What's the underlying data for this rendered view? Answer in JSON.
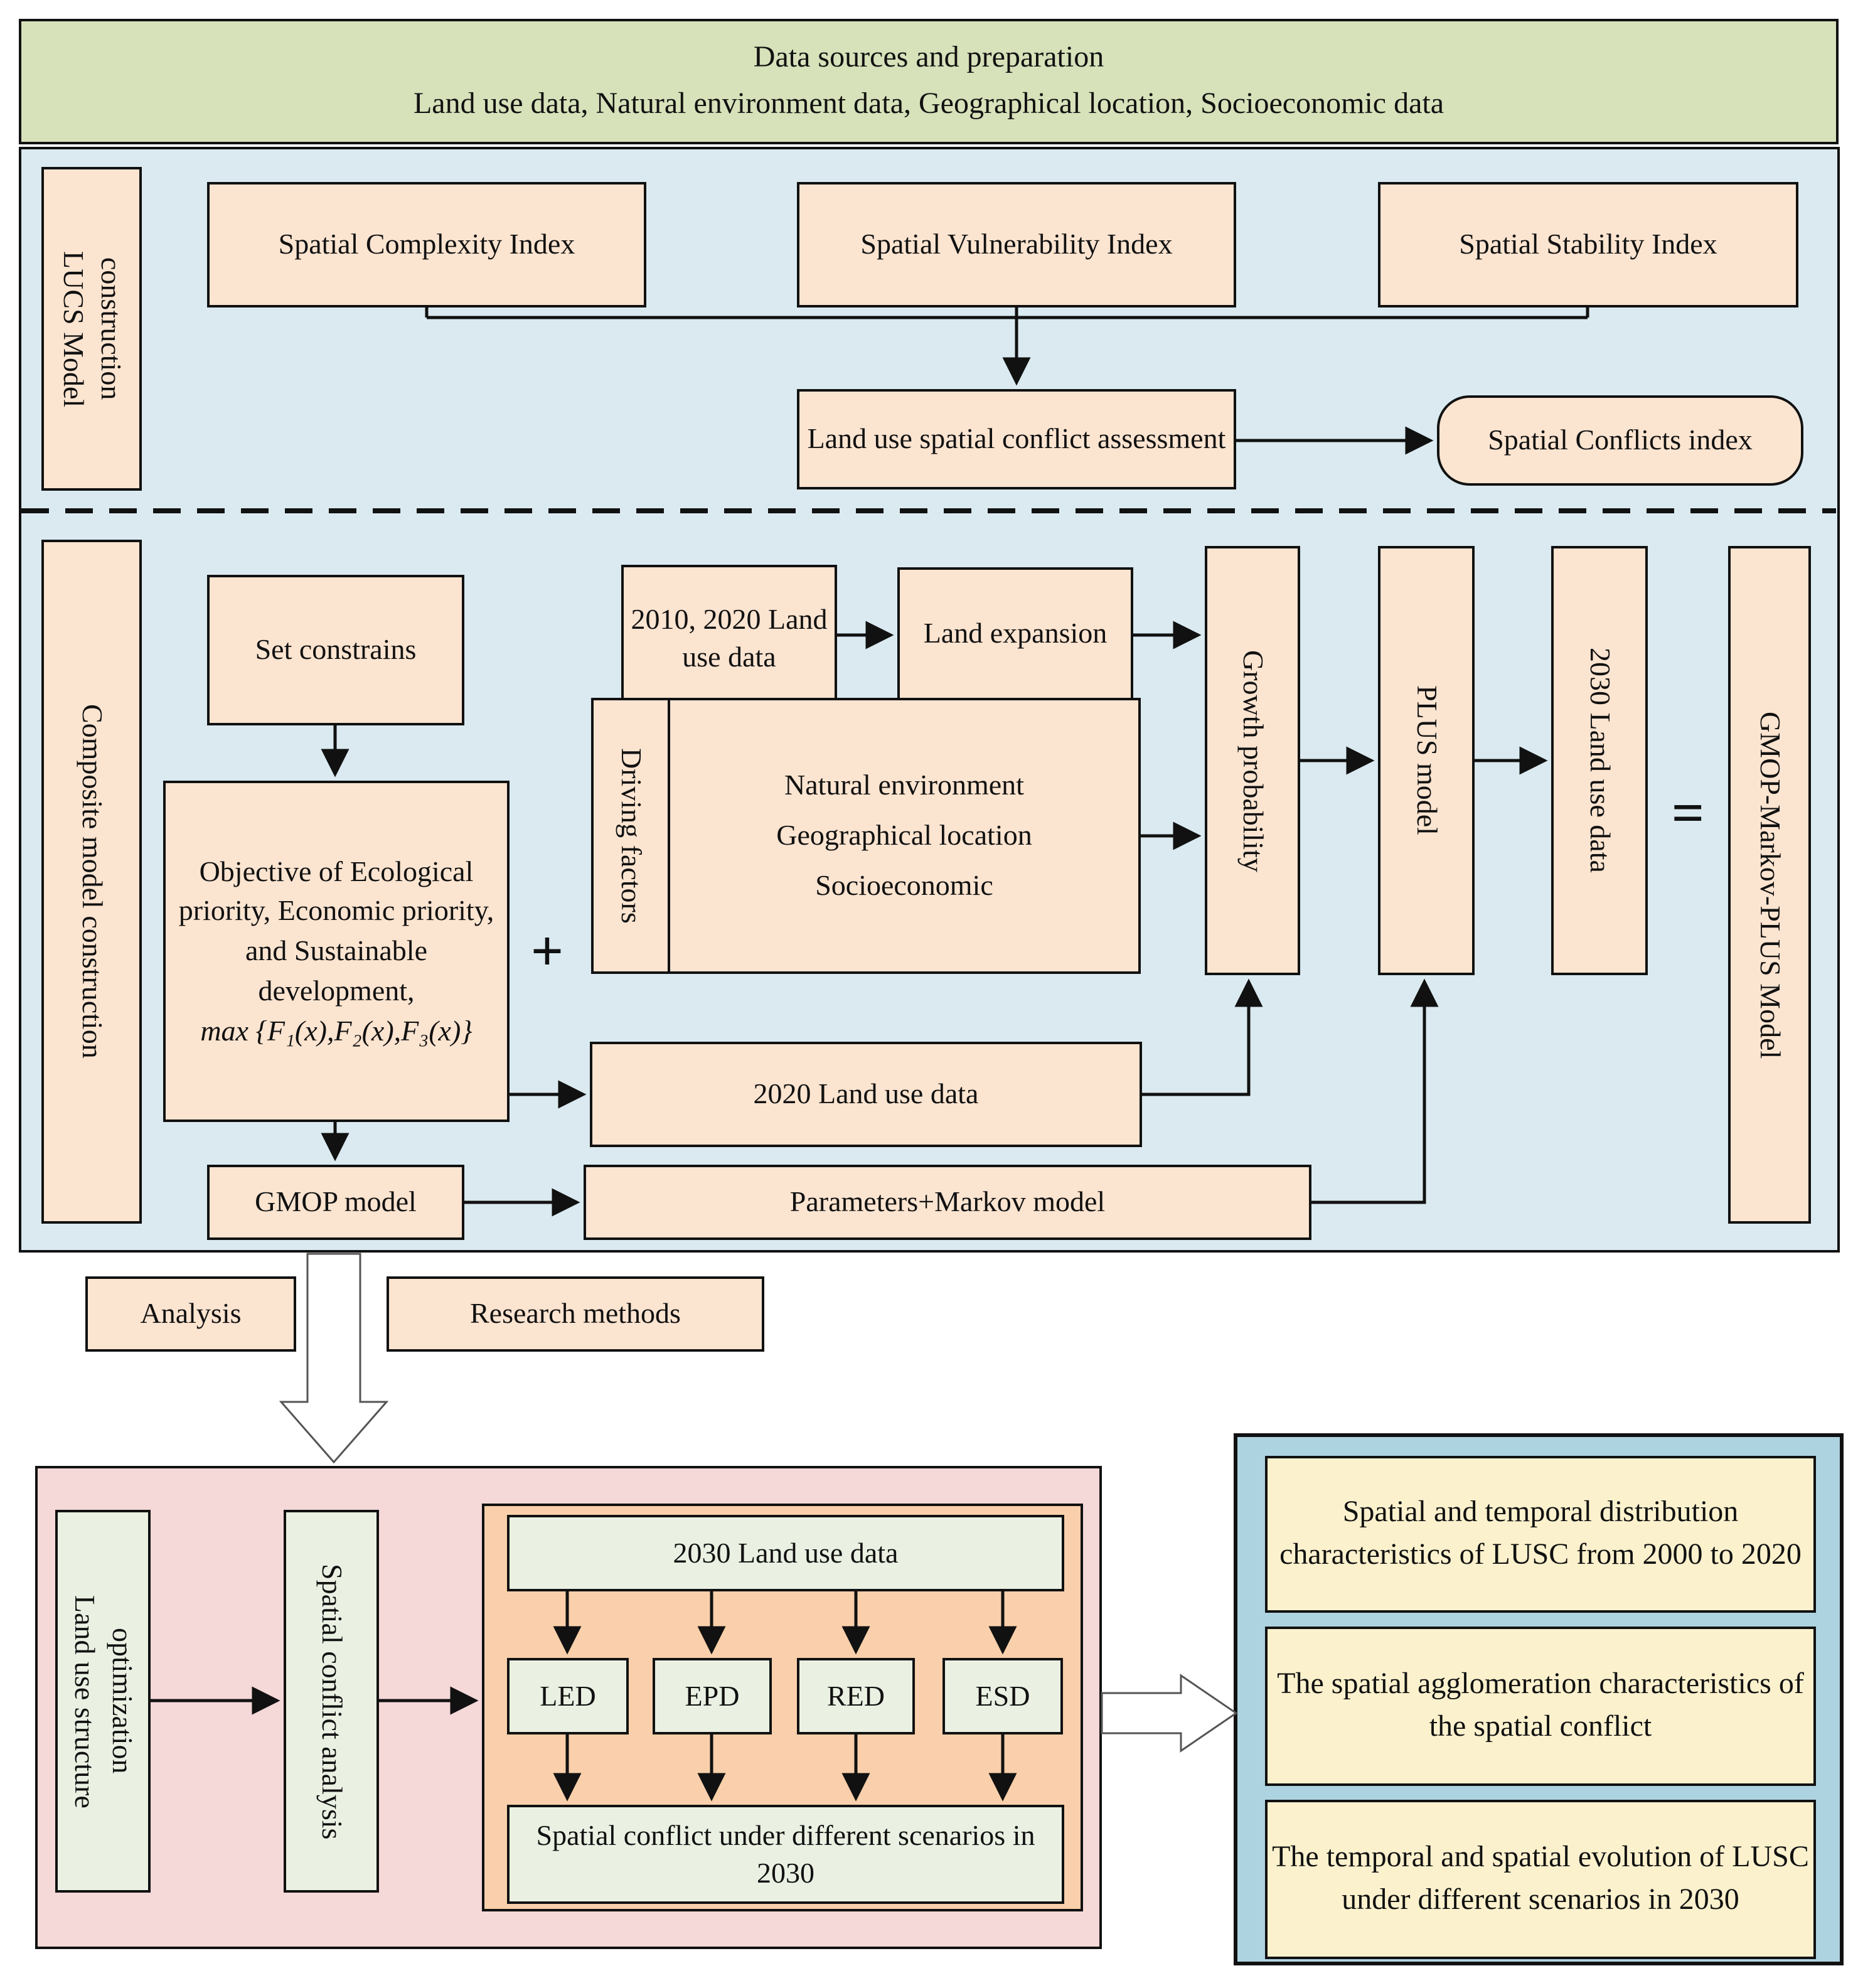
{
  "colors": {
    "green_header": "#d7e1ba",
    "blue_bg": "#daeaf0",
    "peach": "#fbe4d0",
    "pink": "#f5d8d8",
    "orange": "#f9d0ab",
    "light_green": "#eaf1e3",
    "result_blue": "#aed3e0",
    "yellow": "#fbf1cd",
    "line": "#111111"
  },
  "header": {
    "line1": "Data sources and preparation",
    "line2": "Land use data, Natural environment data, Geographical location, Socioeconomic data"
  },
  "lucs": {
    "side_label": "LUCS Model construction",
    "complexity": "Spatial Complexity Index",
    "vulnerability": "Spatial Vulnerability Index",
    "stability": "Spatial Stability Index",
    "assessment": "Land use spatial conflict assessment",
    "conflict_index": "Spatial Conflicts index"
  },
  "composite": {
    "side_label": "Composite model construction",
    "set_constrains": "Set constrains",
    "objective_text": "Objective of Ecological priority, Economic priority, and Sustainable development,",
    "objective_formula": "max {F₁(x),F₂(x),F₃(x)}",
    "plus": "+",
    "equals": "=",
    "data_2010_2020": "2010, 2020 Land use data",
    "land_expansion": "Land expansion",
    "driving_factors": "Driving factors",
    "drivers": [
      "Natural environment",
      "Geographical location",
      "Socioeconomic"
    ],
    "growth_probability": "Growth probability",
    "plus_model": "PLUS model",
    "data_2030": "2030 Land use data",
    "gmop_markov_plus": "GMOP-Markov-PLUS Model",
    "data_2020": "2020 Land use data",
    "gmop_model": "GMOP model",
    "parameters_markov": "Parameters+Markov model"
  },
  "floating": {
    "analysis": "Analysis",
    "research_methods": "Research methods"
  },
  "scenario": {
    "land_use_structure": "Land use structure optimization",
    "spatial_conflict_analysis": "Spatial conflict analysis",
    "data_2030": "2030 Land use data",
    "models": [
      "LED",
      "EPD",
      "RED",
      "ESD"
    ],
    "result": "Spatial conflict under different scenarios in 2030"
  },
  "results": {
    "item1": "Spatial and temporal distribution characteristics of LUSC from 2000 to 2020",
    "item2": "The spatial agglomeration characteristics of the spatial conflict",
    "item3": "The temporal and spatial evolution of LUSC under different scenarios in 2030"
  }
}
